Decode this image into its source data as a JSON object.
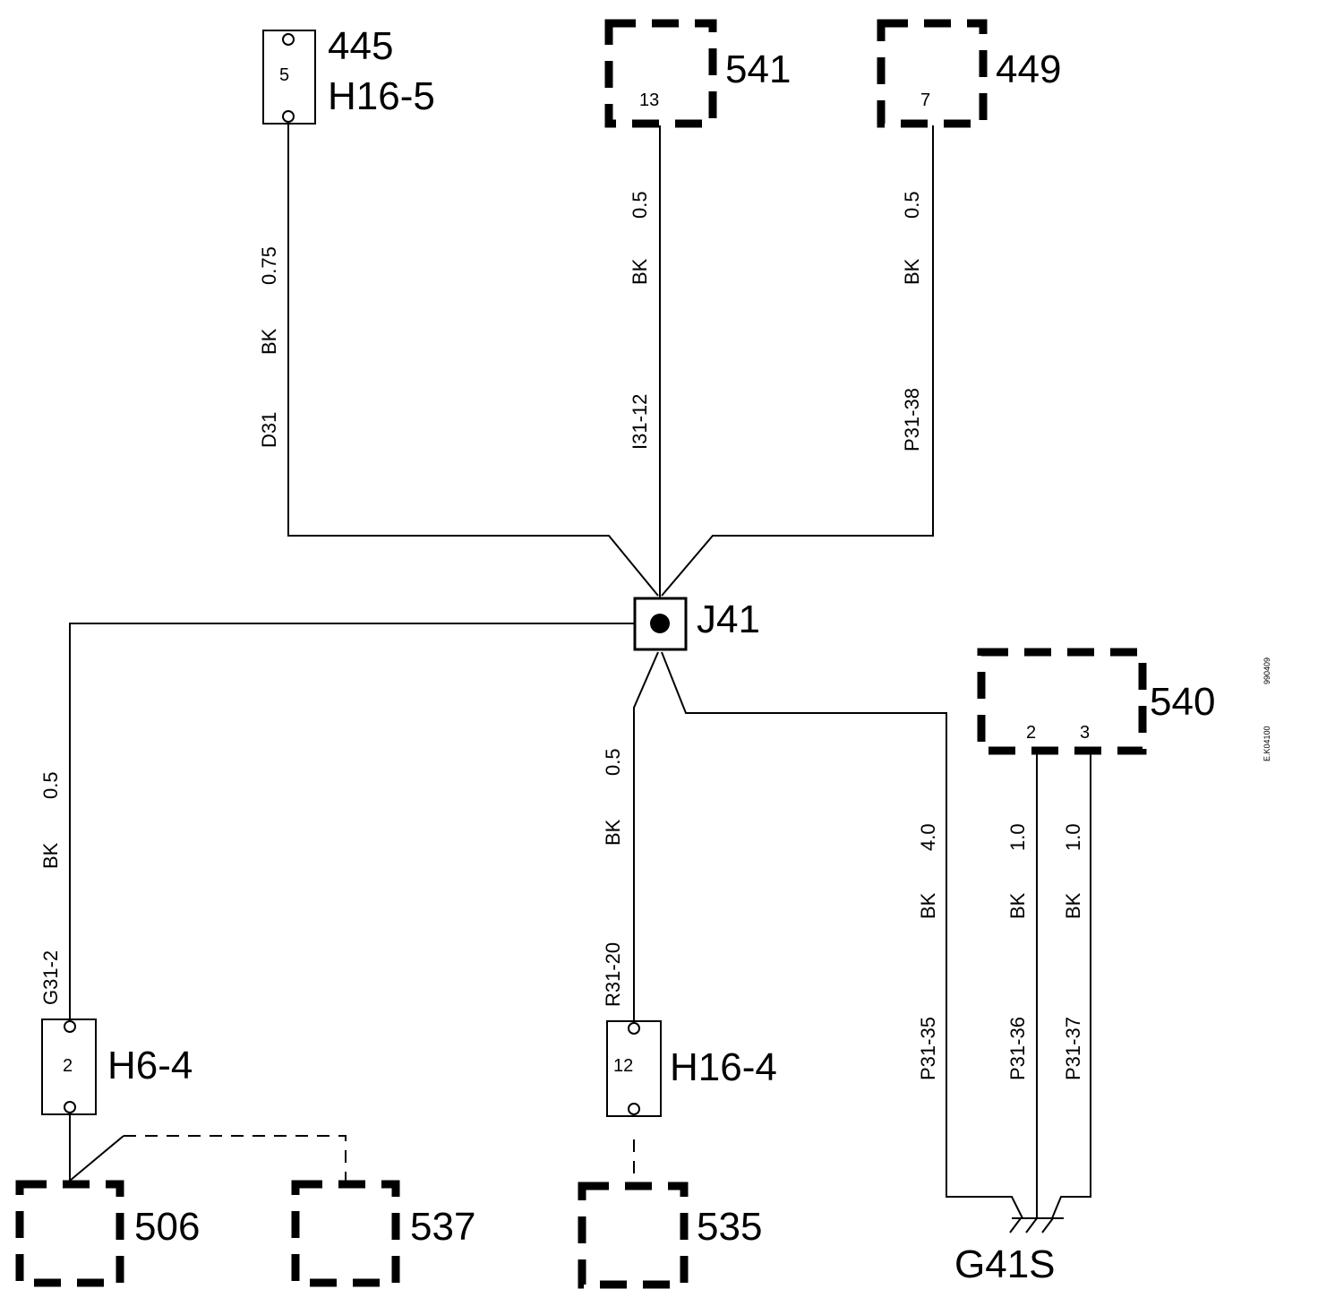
{
  "components": {
    "c445": {
      "label": "445",
      "sub_label": "H16-5",
      "pin": "5"
    },
    "c541": {
      "label": "541",
      "pin": "13"
    },
    "c449": {
      "label": "449",
      "pin": "7"
    },
    "c540": {
      "label": "540",
      "pin_a": "2",
      "pin_b": "3"
    },
    "c506": {
      "label": "506"
    },
    "c537": {
      "label": "537"
    },
    "c535": {
      "label": "535"
    }
  },
  "connectors": {
    "h6_4": {
      "label": "H6-4",
      "pin": "2"
    },
    "h16_4": {
      "label": "H16-4",
      "pin": "12"
    }
  },
  "splice": {
    "label": "J41"
  },
  "ground": {
    "label": "G41S"
  },
  "wires": {
    "d31": {
      "size": "0.75",
      "color": "BK",
      "id": "D31"
    },
    "i31_12": {
      "size": "0.5",
      "color": "BK",
      "id": "I31-12"
    },
    "p31_38": {
      "size": "0.5",
      "color": "BK",
      "id": "P31-38"
    },
    "g31_2": {
      "size": "0.5",
      "color": "BK",
      "id": "G31-2"
    },
    "r31_20": {
      "size": "0.5",
      "color": "BK",
      "id": "R31-20"
    },
    "p31_35": {
      "size": "4.0",
      "color": "BK",
      "id": "P31-35"
    },
    "p31_36": {
      "size": "1.0",
      "color": "BK",
      "id": "P31-36"
    },
    "p31_37": {
      "size": "1.0",
      "color": "BK",
      "id": "P31-37"
    }
  },
  "margin_codes": {
    "code1": "990409",
    "code2": "E.K04100"
  }
}
